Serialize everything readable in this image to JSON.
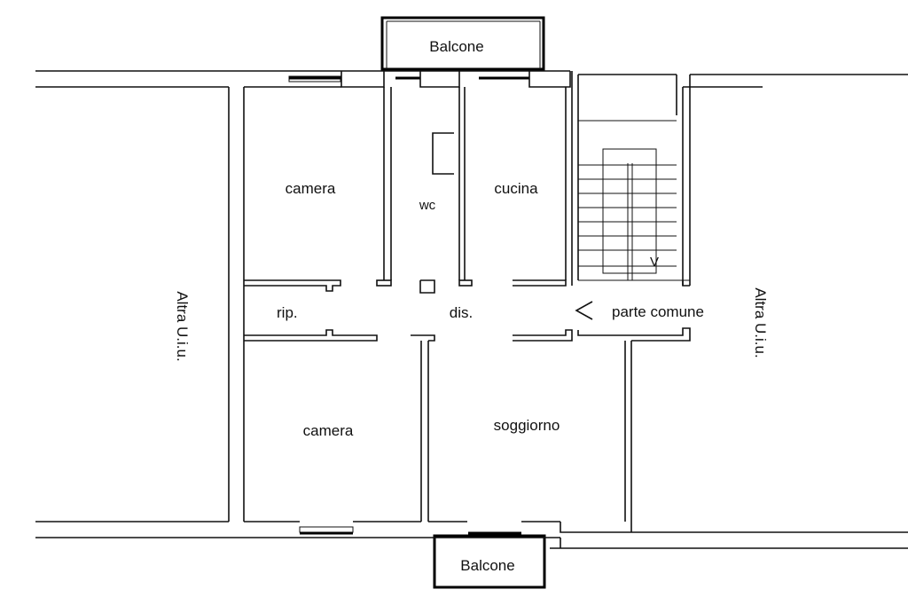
{
  "rooms": {
    "balcony_top": "Balcone",
    "balcony_bottom": "Balcone",
    "bedroom_top": "camera",
    "wc": "wc",
    "kitchen": "cucina",
    "storage": "rip.",
    "hallway": "dis.",
    "common_area": "parte comune",
    "bedroom_bottom": "camera",
    "living_room": "soggiorno",
    "other_unit_left": "Altra U.i.u.",
    "other_unit_right": "Altra U.i.u."
  },
  "stair_direction_mark": "V",
  "icons": [
    "arrow-left-icon"
  ]
}
